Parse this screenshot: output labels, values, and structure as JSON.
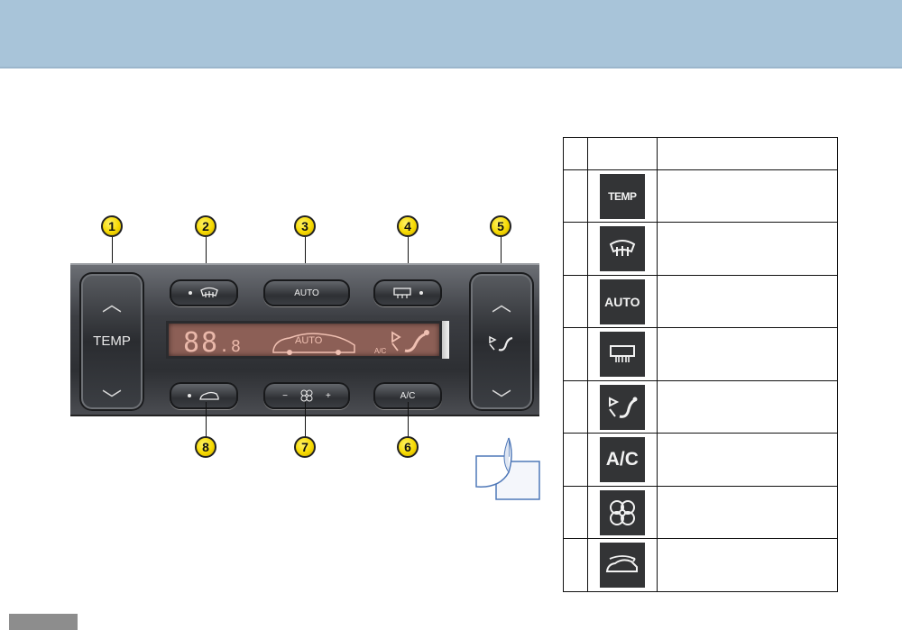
{
  "panel": {
    "rocker_left_label": "TEMP",
    "rocker_up_glyph": "︿",
    "rocker_down_glyph": "﹀",
    "auto_label": "AUTO",
    "ac_label": "A/C",
    "fan_minus": "−",
    "fan_plus": "+",
    "lcd_temp_main": "88",
    "lcd_temp_decimal": ".8",
    "lcd_auto": "AUTO",
    "lcd_ac": "A/C"
  },
  "callouts": {
    "c1": "1",
    "c2": "2",
    "c3": "3",
    "c4": "4",
    "c5": "5",
    "c6": "6",
    "c7": "7",
    "c8": "8"
  },
  "table": {
    "rows": [
      {
        "icon": "temp-icon",
        "label": "TEMP"
      },
      {
        "icon": "windscreen-demist-icon",
        "label": ""
      },
      {
        "icon": "auto-icon",
        "label": "AUTO"
      },
      {
        "icon": "rear-demist-icon",
        "label": ""
      },
      {
        "icon": "air-distribution-icon",
        "label": ""
      },
      {
        "icon": "ac-icon",
        "label": "A/C"
      },
      {
        "icon": "fan-icon",
        "label": ""
      },
      {
        "icon": "recirculation-icon",
        "label": ""
      }
    ]
  },
  "colors": {
    "top_band": "#a8c4d9",
    "lcd_background": "#8c5f56",
    "callout_yellow": "#f6d900",
    "icon_tile": "#333436"
  }
}
